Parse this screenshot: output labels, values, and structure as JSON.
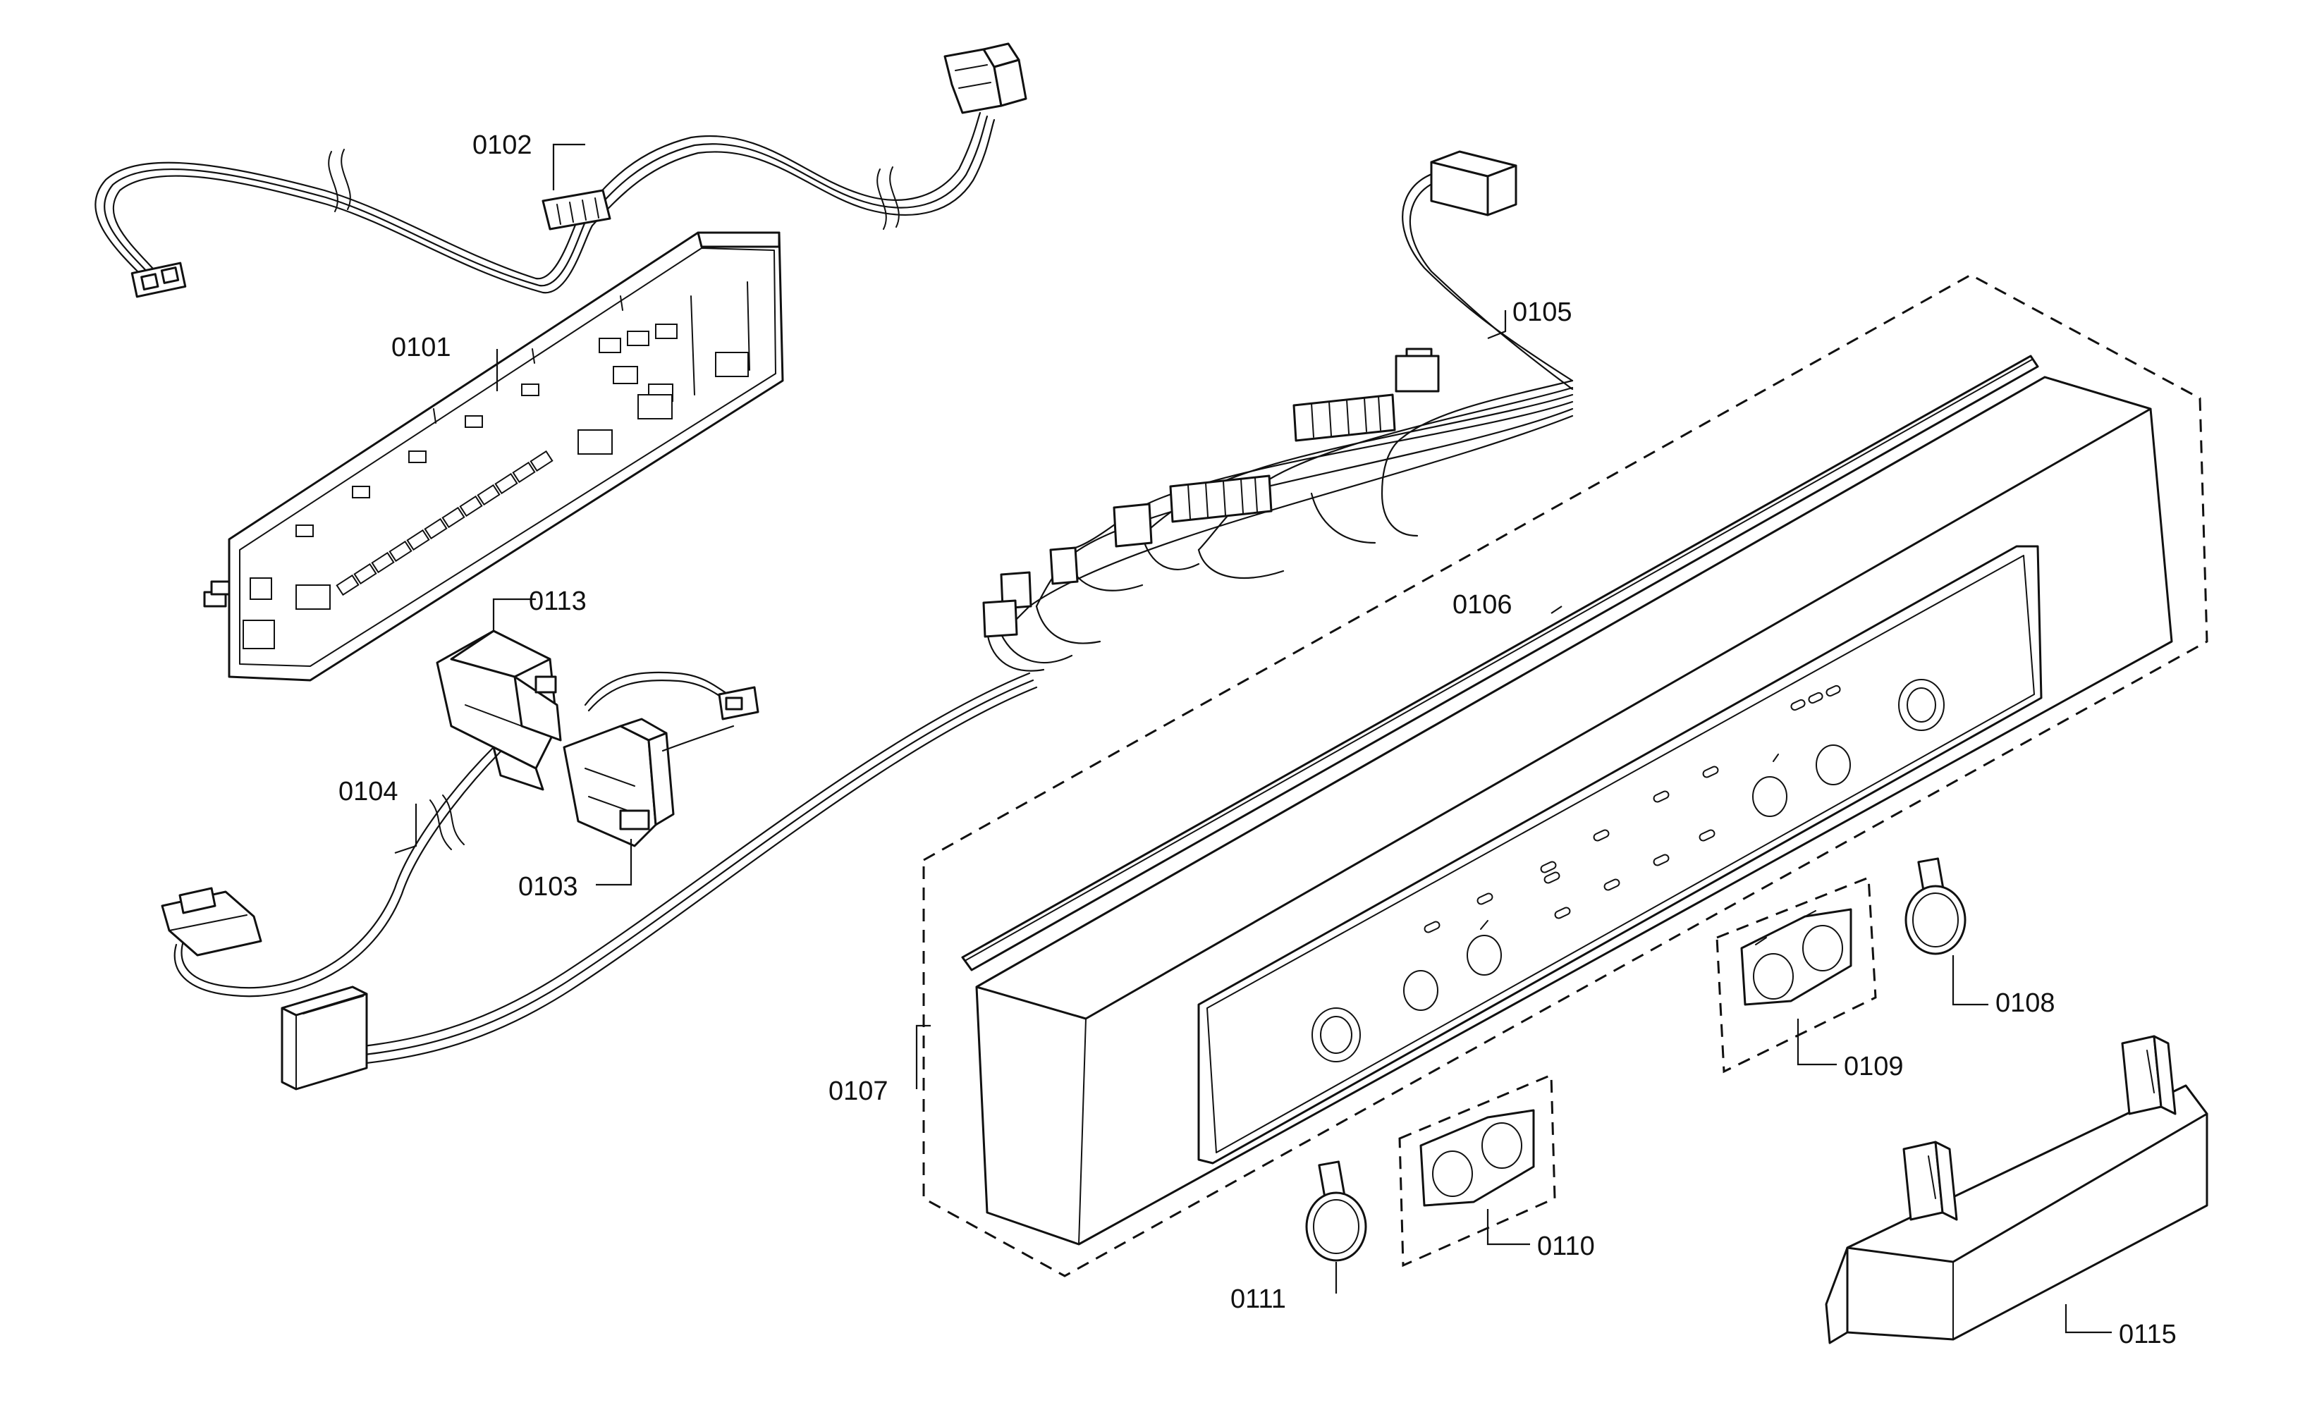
{
  "parts": [
    {
      "id": "0101",
      "label": "0101"
    },
    {
      "id": "0102",
      "label": "0102"
    },
    {
      "id": "0103",
      "label": "0103"
    },
    {
      "id": "0104",
      "label": "0104"
    },
    {
      "id": "0105",
      "label": "0105"
    },
    {
      "id": "0106",
      "label": "0106"
    },
    {
      "id": "0107",
      "label": "0107"
    },
    {
      "id": "0108",
      "label": "0108"
    },
    {
      "id": "0109",
      "label": "0109"
    },
    {
      "id": "0110",
      "label": "0110"
    },
    {
      "id": "0111",
      "label": "0111"
    },
    {
      "id": "0113",
      "label": "0113"
    },
    {
      "id": "0115",
      "label": "0115"
    }
  ]
}
